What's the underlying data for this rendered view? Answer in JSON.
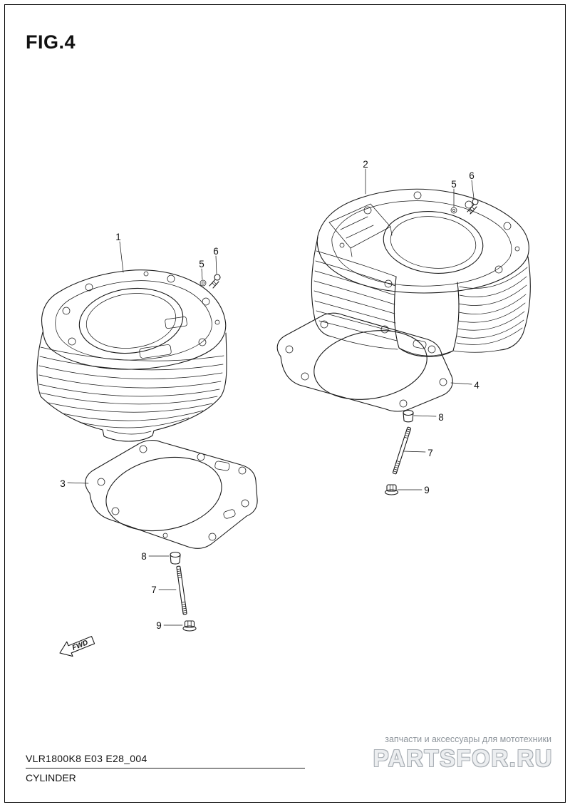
{
  "figure": {
    "label": "FIG.4"
  },
  "callouts": {
    "n1": "1",
    "n2": "2",
    "n3": "3",
    "n4": "4",
    "n5": "5",
    "n6": "6",
    "n7": "7",
    "n8": "8",
    "n9": "9"
  },
  "fwd": {
    "label": "FWD"
  },
  "footer": {
    "code": "VLR1800K8 E03 E28_004",
    "title": "CYLINDER"
  },
  "watermark": {
    "tagline": "запчасти и аксессуары для мототехники",
    "logo": "PARTSFOR.RU"
  },
  "colors": {
    "line": "#1a1a1a",
    "watermark_text": "#8d949b"
  }
}
